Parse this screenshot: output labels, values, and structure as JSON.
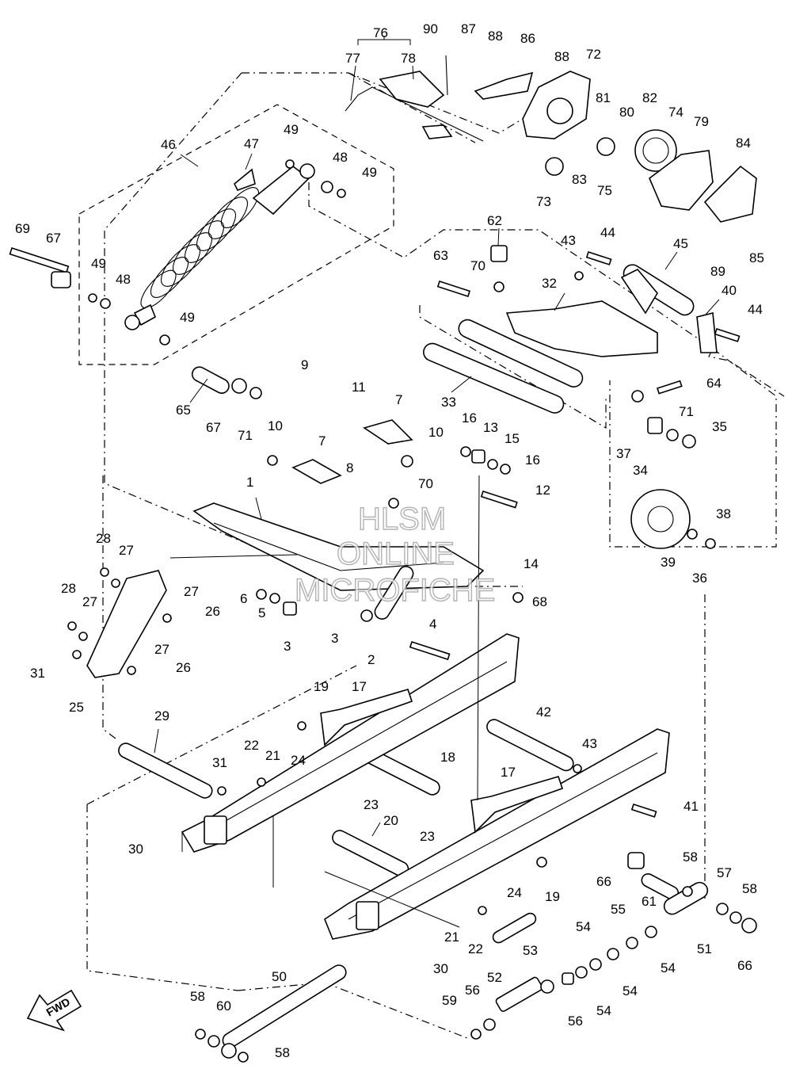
{
  "watermark": {
    "line1": "HLSM",
    "line2": "ONLINE",
    "line3": "MICROFICHE"
  },
  "fwd_label": "FWD",
  "callouts": [
    {
      "n": "76"
    },
    {
      "n": "77"
    },
    {
      "n": "78"
    },
    {
      "n": "90"
    },
    {
      "n": "87"
    },
    {
      "n": "88"
    },
    {
      "n": "86"
    },
    {
      "n": "88"
    },
    {
      "n": "72"
    },
    {
      "n": "81"
    },
    {
      "n": "80"
    },
    {
      "n": "82"
    },
    {
      "n": "74"
    },
    {
      "n": "79"
    },
    {
      "n": "84"
    },
    {
      "n": "73"
    },
    {
      "n": "83"
    },
    {
      "n": "75"
    },
    {
      "n": "46"
    },
    {
      "n": "47"
    },
    {
      "n": "49"
    },
    {
      "n": "48"
    },
    {
      "n": "49"
    },
    {
      "n": "69"
    },
    {
      "n": "67"
    },
    {
      "n": "49"
    },
    {
      "n": "48"
    },
    {
      "n": "49"
    },
    {
      "n": "62"
    },
    {
      "n": "43"
    },
    {
      "n": "44"
    },
    {
      "n": "45"
    },
    {
      "n": "63"
    },
    {
      "n": "70"
    },
    {
      "n": "32"
    },
    {
      "n": "40"
    },
    {
      "n": "44"
    },
    {
      "n": "89"
    },
    {
      "n": "85"
    },
    {
      "n": "64"
    },
    {
      "n": "71"
    },
    {
      "n": "33"
    },
    {
      "n": "65"
    },
    {
      "n": "67"
    },
    {
      "n": "71"
    },
    {
      "n": "9"
    },
    {
      "n": "11"
    },
    {
      "n": "7"
    },
    {
      "n": "10"
    },
    {
      "n": "16"
    },
    {
      "n": "13"
    },
    {
      "n": "15"
    },
    {
      "n": "16"
    },
    {
      "n": "37"
    },
    {
      "n": "34"
    },
    {
      "n": "35"
    },
    {
      "n": "10"
    },
    {
      "n": "7"
    },
    {
      "n": "8"
    },
    {
      "n": "70"
    },
    {
      "n": "12"
    },
    {
      "n": "1"
    },
    {
      "n": "38"
    },
    {
      "n": "39"
    },
    {
      "n": "36"
    },
    {
      "n": "28"
    },
    {
      "n": "27"
    },
    {
      "n": "28"
    },
    {
      "n": "27"
    },
    {
      "n": "27"
    },
    {
      "n": "26"
    },
    {
      "n": "14"
    },
    {
      "n": "68"
    },
    {
      "n": "6"
    },
    {
      "n": "5"
    },
    {
      "n": "3"
    },
    {
      "n": "3"
    },
    {
      "n": "4"
    },
    {
      "n": "2"
    },
    {
      "n": "31"
    },
    {
      "n": "27"
    },
    {
      "n": "26"
    },
    {
      "n": "25"
    },
    {
      "n": "19"
    },
    {
      "n": "17"
    },
    {
      "n": "42"
    },
    {
      "n": "29"
    },
    {
      "n": "22"
    },
    {
      "n": "21"
    },
    {
      "n": "24"
    },
    {
      "n": "31"
    },
    {
      "n": "18"
    },
    {
      "n": "43"
    },
    {
      "n": "17"
    },
    {
      "n": "23"
    },
    {
      "n": "41"
    },
    {
      "n": "23"
    },
    {
      "n": "30"
    },
    {
      "n": "20"
    },
    {
      "n": "66"
    },
    {
      "n": "58"
    },
    {
      "n": "57"
    },
    {
      "n": "58"
    },
    {
      "n": "24"
    },
    {
      "n": "19"
    },
    {
      "n": "61"
    },
    {
      "n": "55"
    },
    {
      "n": "51"
    },
    {
      "n": "54"
    },
    {
      "n": "54"
    },
    {
      "n": "66"
    },
    {
      "n": "21"
    },
    {
      "n": "22"
    },
    {
      "n": "30"
    },
    {
      "n": "53"
    },
    {
      "n": "54"
    },
    {
      "n": "54"
    },
    {
      "n": "50"
    },
    {
      "n": "52"
    },
    {
      "n": "56"
    },
    {
      "n": "59"
    },
    {
      "n": "56"
    },
    {
      "n": "58"
    },
    {
      "n": "60"
    },
    {
      "n": "58"
    }
  ]
}
